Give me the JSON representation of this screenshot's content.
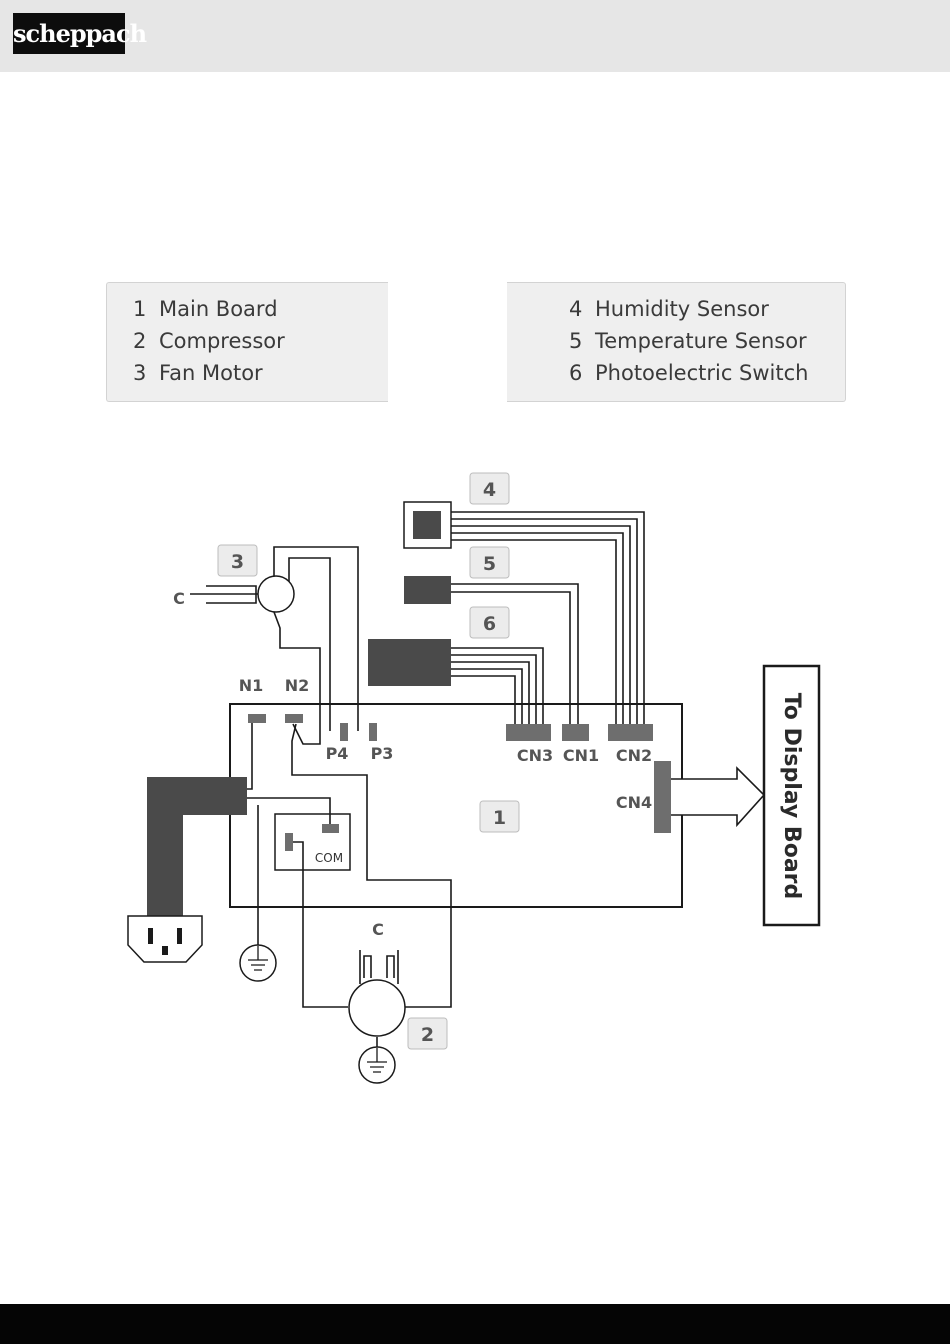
{
  "header": {
    "logo_text": "scheppach"
  },
  "legend": {
    "left": [
      {
        "num": "1",
        "label": "Main Board"
      },
      {
        "num": "2",
        "label": "Compressor"
      },
      {
        "num": "3",
        "label": "Fan Motor"
      }
    ],
    "right": [
      {
        "num": "4",
        "label": "Humidity Sensor"
      },
      {
        "num": "5",
        "label": "Temperature Sensor"
      },
      {
        "num": "6",
        "label": "Photoelectric Switch"
      }
    ]
  },
  "diagram": {
    "badges": {
      "b1": "1",
      "b2": "2",
      "b3": "3",
      "b4": "4",
      "b5": "5",
      "b6": "6"
    },
    "terminals": {
      "n1": "N1",
      "n2": "N2",
      "p4": "P4",
      "p3": "P3",
      "cn1": "CN1",
      "cn2": "CN2",
      "cn3": "CN3",
      "cn4": "CN4",
      "com": "COM"
    },
    "capacitor_fan": "C",
    "capacitor_compressor": "C",
    "display_board": "To Display Board"
  },
  "colors": {
    "component_fill": "#4a4a4a",
    "connector_fill": "#6e6e6e",
    "badge_fill": "#ececec",
    "line": "#1a1a1a"
  }
}
